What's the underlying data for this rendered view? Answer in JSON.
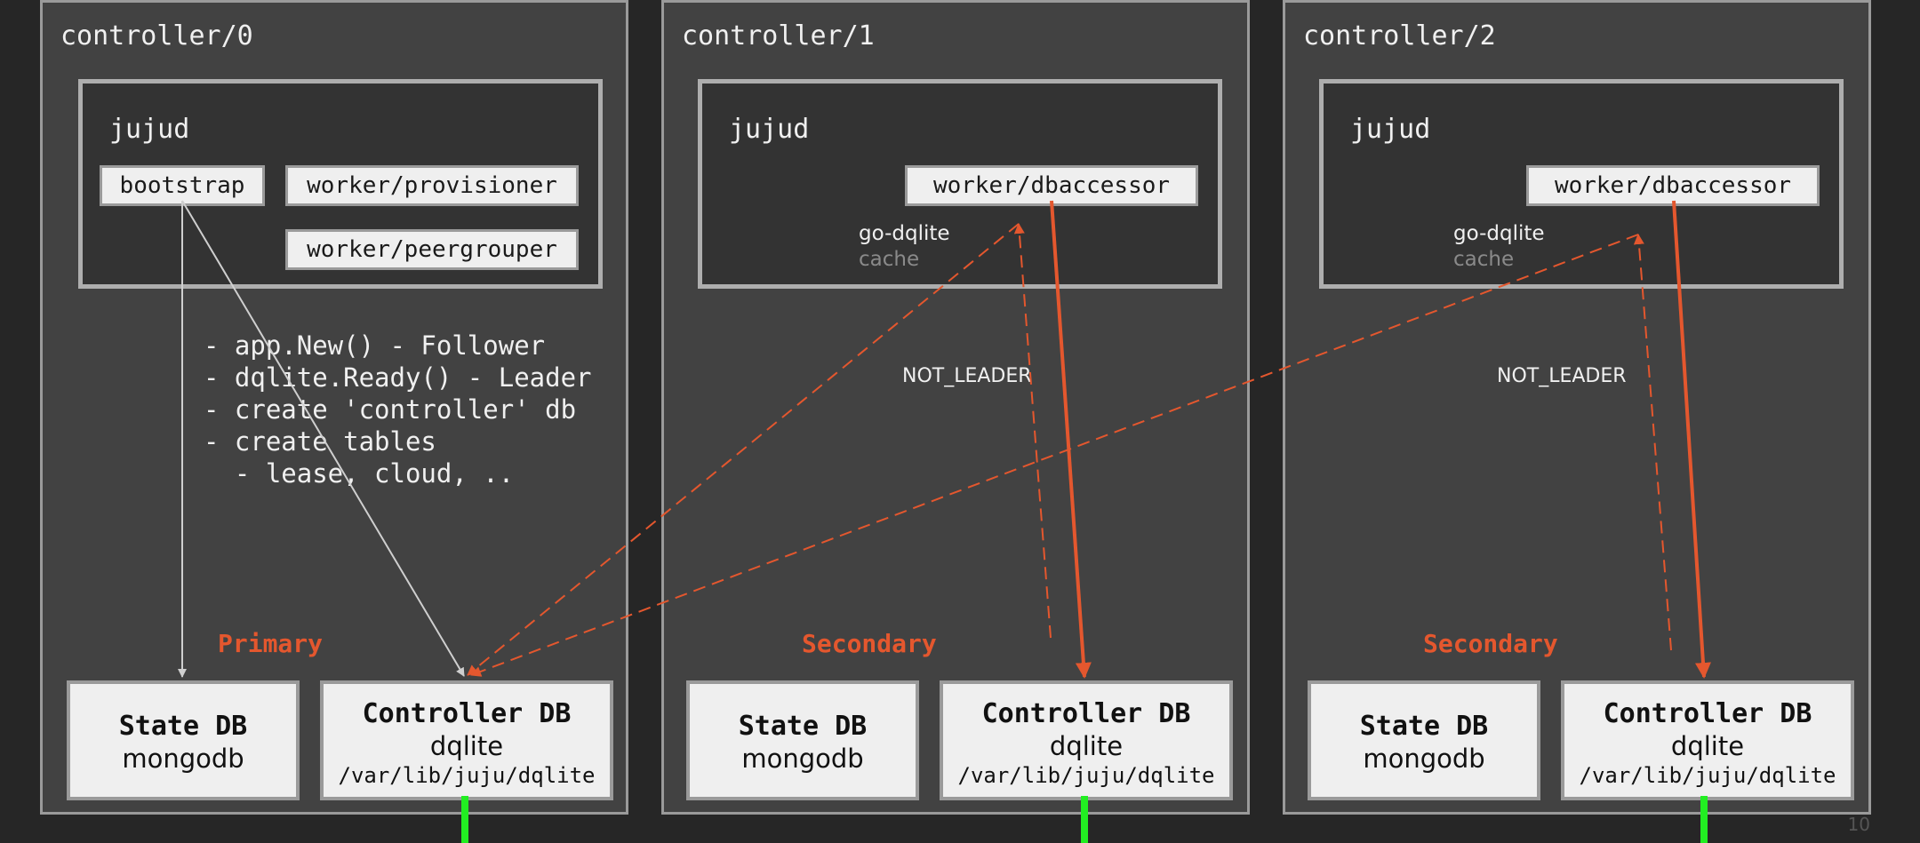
{
  "controllers": [
    {
      "title": "controller/0",
      "jujud": "jujud",
      "workers": [
        "bootstrap",
        "worker/provisioner",
        "worker/peergrouper"
      ],
      "role": "Primary",
      "notes": "- app.New() - Follower\n- dqlite.Ready() - Leader\n- create 'controller' db\n- create tables\n  - lease, cloud, .."
    },
    {
      "title": "controller/1",
      "jujud": "jujud",
      "workers": [
        "worker/dbaccessor"
      ],
      "cache_label": "go-dqlite",
      "cache_sub": "cache",
      "not_leader": "NOT_LEADER",
      "role": "Secondary"
    },
    {
      "title": "controller/2",
      "jujud": "jujud",
      "workers": [
        "worker/dbaccessor"
      ],
      "cache_label": "go-dqlite",
      "cache_sub": "cache",
      "not_leader": "NOT_LEADER",
      "role": "Secondary"
    }
  ],
  "state_db": {
    "title": "State DB",
    "engine": "mongodb"
  },
  "controller_db": {
    "title": "Controller DB",
    "engine": "dqlite",
    "path": "/var/lib/juju/dqlite"
  },
  "page_number": "10",
  "colors": {
    "accent": "#e4572e",
    "link": "#22ee22",
    "panel": "#424242",
    "background": "#262626"
  }
}
